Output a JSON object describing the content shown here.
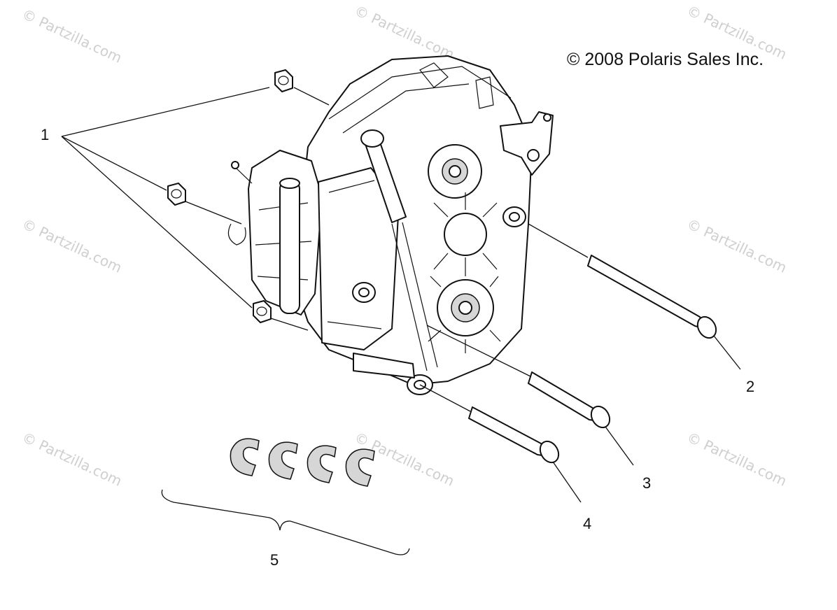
{
  "copyright": "© 2008 Polaris Sales Inc.",
  "watermark": "© Partzilla.com",
  "callouts": [
    {
      "id": "1",
      "label": "1"
    },
    {
      "id": "2",
      "label": "2"
    },
    {
      "id": "3",
      "label": "3"
    },
    {
      "id": "4",
      "label": "4"
    },
    {
      "id": "5",
      "label": "5"
    }
  ],
  "colors": {
    "line": "#111111",
    "background": "#ffffff",
    "watermark": "#cfcfcf"
  }
}
